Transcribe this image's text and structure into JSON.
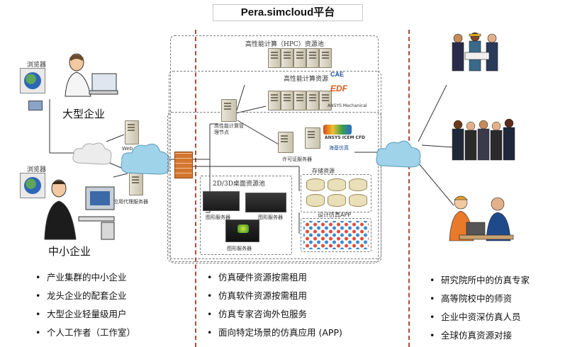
{
  "title": "Pera.simcloud平台",
  "left": {
    "large_enterprise": "大型企业",
    "sme": "中小企业",
    "browser1": "浏览器",
    "browser2": "浏览器",
    "web_server": "Web",
    "proxy_server": "应用代理服务器",
    "bullets": [
      "产业集群的中小企业",
      "龙头企业的配套企业",
      "大型企业轻量级用户",
      "个人工作者（工作室）"
    ]
  },
  "middle": {
    "hpc_pool": "高性能计算（HPC）资源池",
    "hpc_resources": "高性能计算资源",
    "hpc_node": "高性能计算管理节点",
    "license_server": "许可证服务器",
    "desktop_pool": "2D/3D桌面资源池",
    "graphics_server1": "图形服务器",
    "graphics_server2": "图形服务器",
    "graphics_server3": "图形服务器",
    "storage": "存储资源",
    "sim_app": "设计仿真APP",
    "logos": [
      "CAE",
      "EDF",
      "ANSYS Mechanical",
      "ANSYS ICEM CFD",
      "海基仿真"
    ],
    "bullets": [
      "仿真硬件资源按需租用",
      "仿真软件资源按需租用",
      "仿真专家咨询外包服务",
      "面向特定场景的仿真应用 (APP)"
    ]
  },
  "right": {
    "bullets": [
      "研究院所中的仿真专家",
      "高等院校中的师资",
      "企业中资深仿真人员",
      "全球仿真资源对接"
    ]
  },
  "colors": {
    "divider": "#b14a3a",
    "cloud": "#9fd3ea",
    "firewall": "#d4762f"
  }
}
